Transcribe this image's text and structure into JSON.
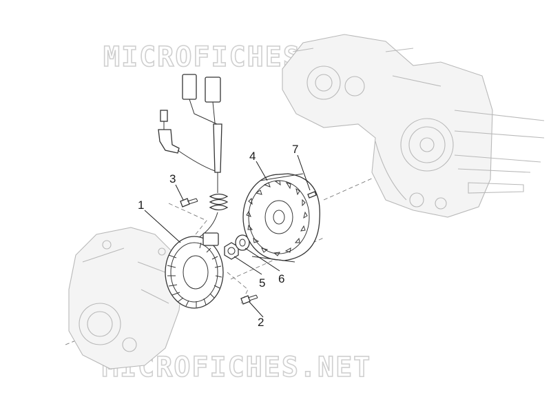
{
  "watermarks": [
    "MICROFICHES.NET",
    "MICROFICHES.NET"
  ],
  "callouts": [
    {
      "id": "1",
      "label": "1"
    },
    {
      "id": "2",
      "label": "2"
    },
    {
      "id": "3",
      "label": "3"
    },
    {
      "id": "4",
      "label": "4"
    },
    {
      "id": "5",
      "label": "5"
    },
    {
      "id": "6",
      "label": "6"
    },
    {
      "id": "7",
      "label": "7"
    }
  ]
}
